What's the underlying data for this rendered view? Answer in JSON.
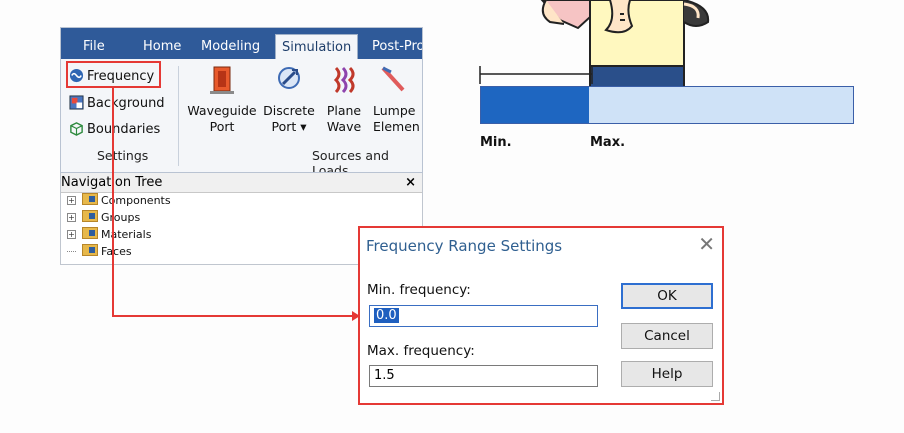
{
  "ribbon": {
    "tabs": [
      {
        "label": "File"
      },
      {
        "label": "Home"
      },
      {
        "label": "Modeling"
      },
      {
        "label": "Simulation",
        "active": true
      },
      {
        "label": "Post-Pro"
      }
    ],
    "settings_items": [
      "Frequency",
      "Background",
      "Boundaries"
    ],
    "settings_group_label": "Settings",
    "sources": [
      {
        "line1": "Waveguide",
        "line2": "Port"
      },
      {
        "line1": "Discrete",
        "line2": "Port ▾"
      },
      {
        "line1": "Plane",
        "line2": "Wave"
      },
      {
        "line1": "Lumpe",
        "line2": "Elemen"
      }
    ],
    "sources_group_label": "Sources and Loads"
  },
  "navtree": {
    "title": "Navigation Tree",
    "close": "×",
    "items": [
      "Components",
      "Groups",
      "Materials",
      "Faces"
    ]
  },
  "range_bar": {
    "min_label": "Min.",
    "max_label": "Max.",
    "fill_fraction": 0.29,
    "colors": {
      "fill": "#1e66c1",
      "rest": "#cfe2f7"
    }
  },
  "dialog": {
    "title": "Frequency Range Settings",
    "close": "✕",
    "min_label": "Min. frequency:",
    "min_value": "0.0",
    "max_label": "Max. frequency:",
    "max_value": "1.5",
    "buttons": {
      "ok": "OK",
      "cancel": "Cancel",
      "help": "Help"
    }
  },
  "colors": {
    "highlight": "#e53935",
    "ribbon_tab_bar": "#2f5a99"
  }
}
